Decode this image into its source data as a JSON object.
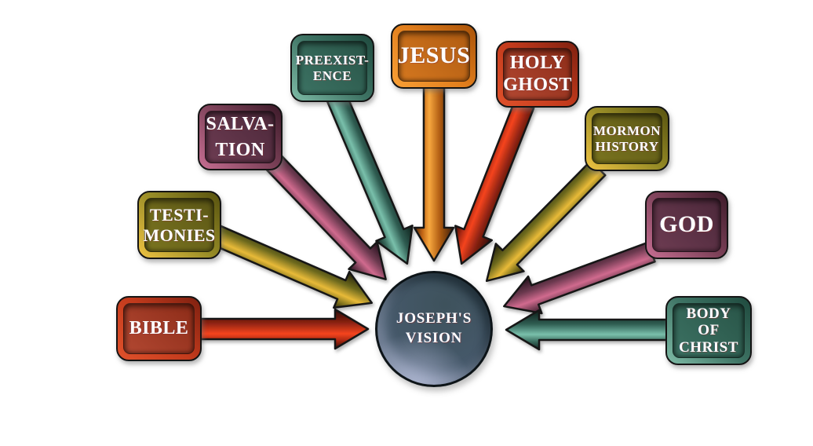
{
  "diagram": {
    "type": "radial-converging",
    "background": "#ffffff",
    "center": {
      "id": "josephs-vision",
      "label": "JOSEPH'S\nVISION",
      "fill": "#46596b",
      "rim": "#9aa3bd",
      "text_color": "#ffffff"
    },
    "nodes": [
      {
        "id": "bible",
        "label": "BIBLE",
        "color_family": "red",
        "fill": "#a93524",
        "frame": "#d0431f"
      },
      {
        "id": "testimonies",
        "label": "TESTI-\nMONIES",
        "color_family": "olive",
        "fill": "#6e6a1e",
        "frame": "#e3b93a"
      },
      {
        "id": "salvation",
        "label": "SALVA-\nTION",
        "color_family": "plum",
        "fill": "#5e3246",
        "frame": "#c4648a"
      },
      {
        "id": "preexistence",
        "label": "PREEXIST-\nENCE",
        "color_family": "teal",
        "fill": "#336356",
        "frame": "#6fae9a"
      },
      {
        "id": "jesus",
        "label": "JESUS",
        "color_family": "orange",
        "fill": "#c76b1c",
        "frame": "#f49030"
      },
      {
        "id": "holy-ghost",
        "label": "HOLY\nGHOST",
        "color_family": "red",
        "fill": "#a93524",
        "frame": "#d0431f"
      },
      {
        "id": "mormon-history",
        "label": "MORMON\nHISTORY",
        "color_family": "olive",
        "fill": "#6e6a1e",
        "frame": "#e3b93a"
      },
      {
        "id": "god",
        "label": "GOD",
        "color_family": "plum",
        "fill": "#5e3246",
        "frame": "#c4648a"
      },
      {
        "id": "body-of-christ",
        "label": "BODY\nOF\nCHRIST",
        "color_family": "teal",
        "fill": "#336356",
        "frame": "#6fae9a"
      }
    ],
    "arrows": [
      {
        "from": "bible",
        "to": "josephs-vision",
        "color_family": "red"
      },
      {
        "from": "testimonies",
        "to": "josephs-vision",
        "color_family": "olive"
      },
      {
        "from": "salvation",
        "to": "josephs-vision",
        "color_family": "plum"
      },
      {
        "from": "preexistence",
        "to": "josephs-vision",
        "color_family": "teal"
      },
      {
        "from": "jesus",
        "to": "josephs-vision",
        "color_family": "orange"
      },
      {
        "from": "holy-ghost",
        "to": "josephs-vision",
        "color_family": "red"
      },
      {
        "from": "mormon-history",
        "to": "josephs-vision",
        "color_family": "olive"
      },
      {
        "from": "god",
        "to": "josephs-vision",
        "color_family": "plum"
      },
      {
        "from": "body-of-christ",
        "to": "josephs-vision",
        "color_family": "teal"
      }
    ],
    "palette": {
      "red_bright": "#f5441e",
      "red_dark": "#2a0a04",
      "olive_bright": "#e8ba38",
      "olive_dark": "#1e1c08",
      "plum_bright": "#d06a8e",
      "plum_dark": "#1f0e18",
      "teal_bright": "#79c0ab",
      "teal_dark": "#0c1c17",
      "orange_bright": "#f7a73e",
      "orange_dark": "#3a1d06",
      "outline": "#141414",
      "text": "#ffffff"
    }
  }
}
